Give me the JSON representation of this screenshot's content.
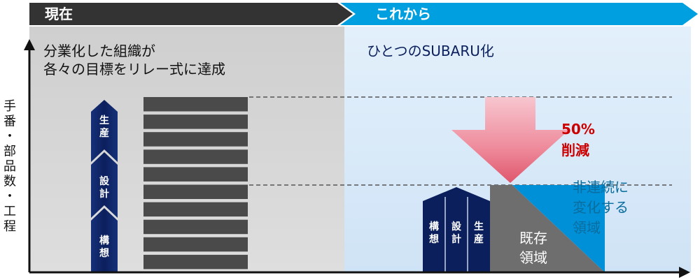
{
  "header": {
    "current_label": "現在",
    "future_label": "これから"
  },
  "left_panel": {
    "caption_line1": "分業化した組織が",
    "caption_line2": "各々の目標をリレー式に達成",
    "relay_stages": [
      "生産",
      "設計",
      "構想"
    ]
  },
  "right_panel": {
    "caption": "ひとつのSUBARU化",
    "reduction_value": "50%",
    "reduction_label": "削減",
    "block_columns": [
      "構想",
      "設計",
      "生産"
    ],
    "existing_area_line1": "既存",
    "existing_area_line2": "領域",
    "new_area_line1": "非連続に",
    "new_area_line2": "変化する",
    "new_area_line3": "領域"
  },
  "y_axis_label": [
    "手",
    "番",
    "・",
    "部",
    "品",
    "数",
    "・",
    "工",
    "程"
  ],
  "colors": {
    "current_header": "#333333",
    "future_header": "#009fe0",
    "navy": "#0b1f5c",
    "reduction_red": "#cc0000",
    "new_area_blue": "#0090d8",
    "new_area_text": "#0a6d9e",
    "existing_gray": "#6e6e6e"
  }
}
